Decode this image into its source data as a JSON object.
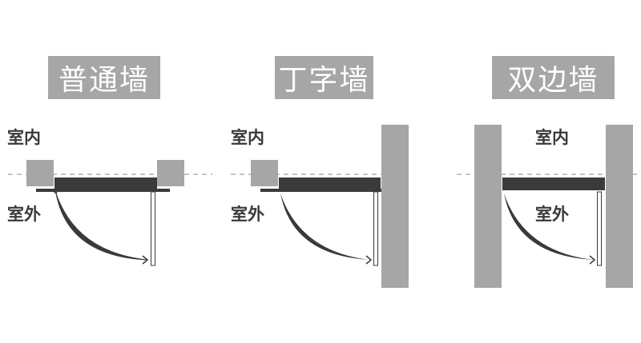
{
  "panels": [
    {
      "title": "普通墙",
      "indoor": "室内",
      "outdoor": "室外"
    },
    {
      "title": "丁字墙",
      "indoor": "室内",
      "outdoor": "室外"
    },
    {
      "title": "双边墙",
      "indoor": "室内",
      "outdoor": "室外"
    }
  ],
  "colors": {
    "wall": "#a6a6a6",
    "frame": "#3a3a3a"
  }
}
